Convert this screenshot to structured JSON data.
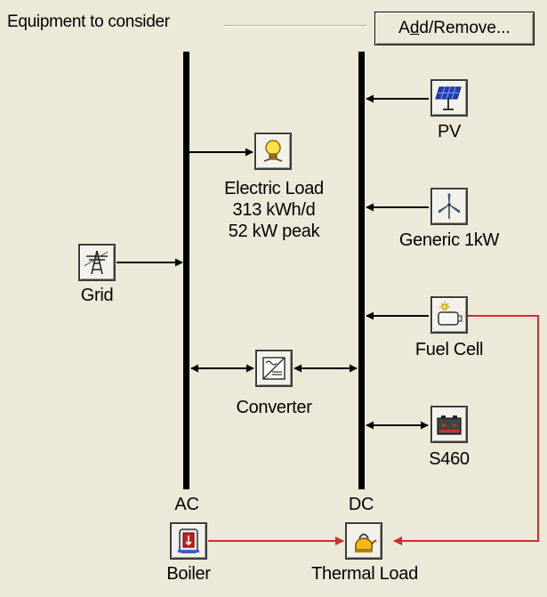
{
  "group": {
    "title": "Equipment to consider"
  },
  "button": {
    "prefix": "A",
    "underlined": "d",
    "rest": "d/Remove..."
  },
  "buses": {
    "ac": "AC",
    "dc": "DC"
  },
  "components": {
    "electric_load": {
      "name": "Electric Load",
      "energy": "313 kWh/d",
      "peak": "52 kW peak"
    },
    "grid": {
      "name": "Grid"
    },
    "converter": {
      "name": "Converter"
    },
    "pv": {
      "name": "PV"
    },
    "generic": {
      "name": "Generic 1kW"
    },
    "fuel_cell": {
      "name": "Fuel Cell"
    },
    "battery": {
      "name": "S460"
    },
    "boiler": {
      "name": "Boiler"
    },
    "thermal_load": {
      "name": "Thermal Load"
    }
  },
  "colors": {
    "thermal_line": "#c8312f",
    "bus": "#000000",
    "background": "#ece9d8"
  }
}
